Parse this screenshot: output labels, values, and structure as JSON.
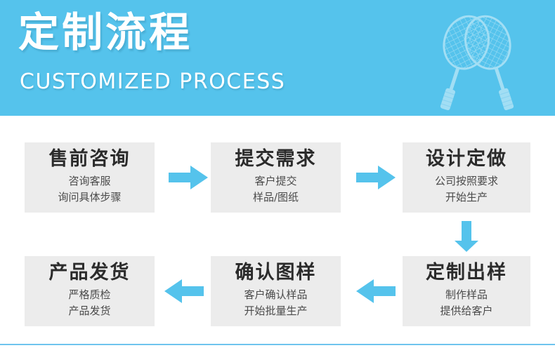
{
  "banner": {
    "title": "定制流程",
    "subtitle": "CUSTOMIZED PROCESS",
    "background_color": "#55c3ec",
    "text_color": "#ffffff",
    "graphic": "crossed-badminton-rackets"
  },
  "flow": {
    "box_background_color": "#ececec",
    "arrow_color": "#55c3ec",
    "steps": [
      {
        "id": "step-1",
        "title": "售前咨询",
        "lines": [
          "咨询客服",
          "询问具体步骤"
        ]
      },
      {
        "id": "step-2",
        "title": "提交需求",
        "lines": [
          "客户提交",
          "样品/图纸"
        ]
      },
      {
        "id": "step-3",
        "title": "设计定做",
        "lines": [
          "公司按照要求",
          "开始生产"
        ]
      },
      {
        "id": "step-4",
        "title": "定制出样",
        "lines": [
          "制作样品",
          "提供给客户"
        ]
      },
      {
        "id": "step-5",
        "title": "确认图样",
        "lines": [
          "客户确认样品",
          "开始批量生产"
        ]
      },
      {
        "id": "step-6",
        "title": "产品发货",
        "lines": [
          "严格质检",
          "产品发货"
        ]
      }
    ],
    "arrows": [
      {
        "id": "arrow-1",
        "direction": "right",
        "from": "step-1",
        "to": "step-2"
      },
      {
        "id": "arrow-2",
        "direction": "right",
        "from": "step-2",
        "to": "step-3"
      },
      {
        "id": "arrow-3",
        "direction": "down",
        "from": "step-3",
        "to": "step-4"
      },
      {
        "id": "arrow-4",
        "direction": "left",
        "from": "step-4",
        "to": "step-5"
      },
      {
        "id": "arrow-5",
        "direction": "left",
        "from": "step-5",
        "to": "step-6"
      }
    ]
  },
  "footer": {
    "rule_color": "#6ec4ee"
  }
}
